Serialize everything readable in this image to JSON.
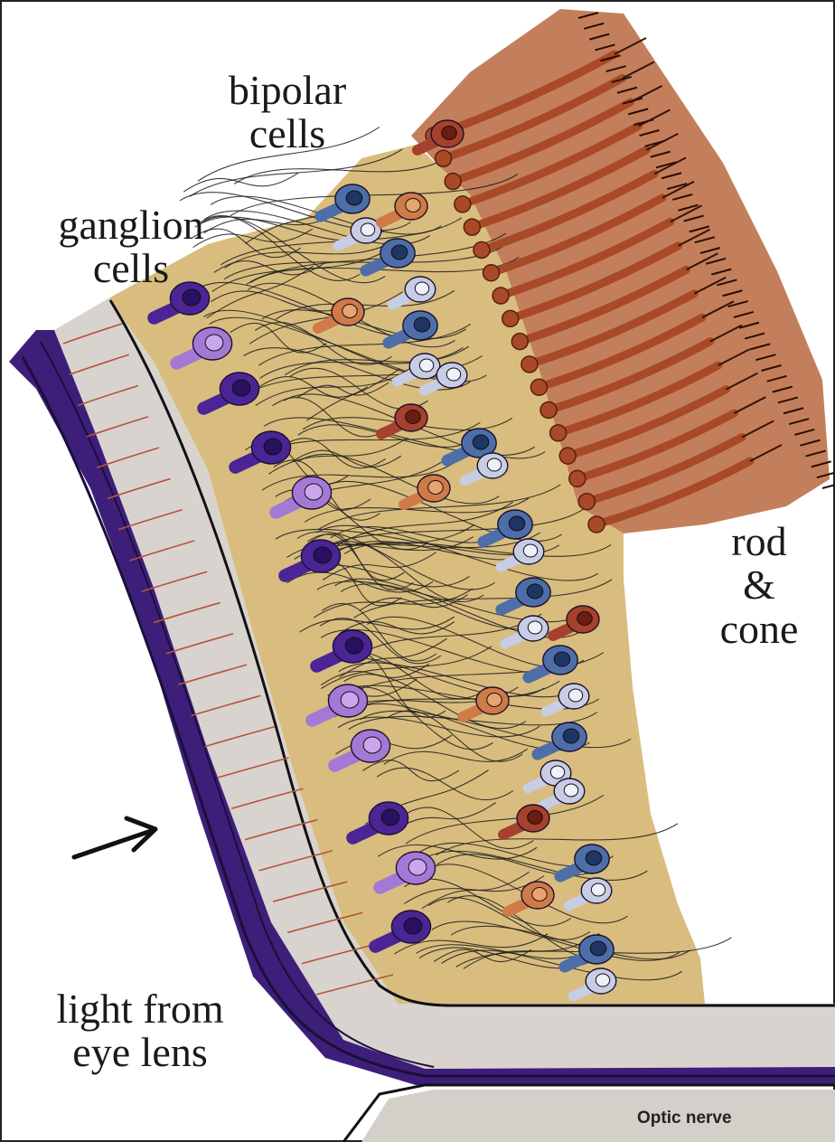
{
  "labels": {
    "bipolar_line1": "bipolar",
    "bipolar_line2": "cells",
    "ganglion_line1": "ganglion",
    "ganglion_line2": "cells",
    "rod_line1": "rod",
    "rod_line2": "&",
    "rod_line3": "cone",
    "light_line1": "light from",
    "light_line2": "eye lens",
    "optic": "Optic nerve"
  },
  "icons": {
    "arrow": "light-direction-arrow"
  },
  "colors": {
    "background": "#ffffff",
    "retina_fill": "#d9bd7e",
    "rod_cone_layer": "#b8683e",
    "photoreceptor": "#a84a28",
    "nerve_fiber_layer": "#d8d3cf",
    "outer_band": "#3d1f7a",
    "ganglion_dark": "#4b2596",
    "ganglion_light": "#a479d6",
    "bipolar_blue": "#4d6ea8",
    "bipolar_pale": "#c6cde4",
    "horizontal_orange": "#cf7a47",
    "horizontal_red": "#a5412c",
    "fiber_line": "#1c1c1c"
  }
}
